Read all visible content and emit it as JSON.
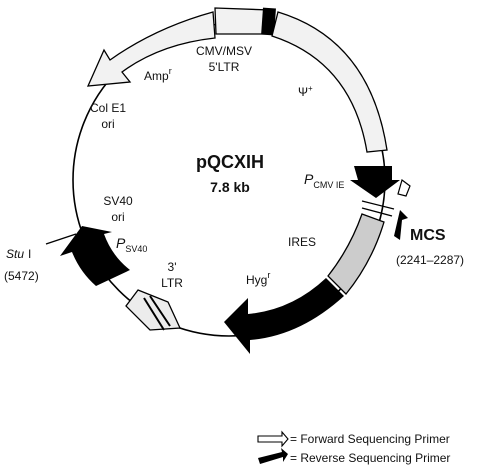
{
  "plasmid": {
    "name": "pQCXIH",
    "size": "7.8 kb"
  },
  "features": {
    "cmv_msv": "CMV/MSV",
    "ltr5": "5'LTR",
    "psi": "Ψ",
    "psi_sup": "+",
    "amp": "Amp",
    "amp_sup": "r",
    "cole1_line1": "Col E1",
    "cole1_line2": "ori",
    "p_cmv_letter": "P",
    "p_cmv_sub": "CMV IE",
    "ires": "IRES",
    "hyg": "Hyg",
    "hyg_sup": "r",
    "ltr3_line1": "3'",
    "ltr3_line2": "LTR",
    "p_sv40_letter": "P",
    "p_sv40_sub": "SV40",
    "sv40_line1": "SV40",
    "sv40_line2": "ori"
  },
  "sites": {
    "stu": "Stu",
    "stu_pos": "(5472)",
    "mcs": "MCS",
    "mcs_range": "(2241–2287)"
  },
  "legend": {
    "forward": "= Forward Sequencing Primer",
    "reverse": "= Reverse Sequencing Primer"
  }
}
